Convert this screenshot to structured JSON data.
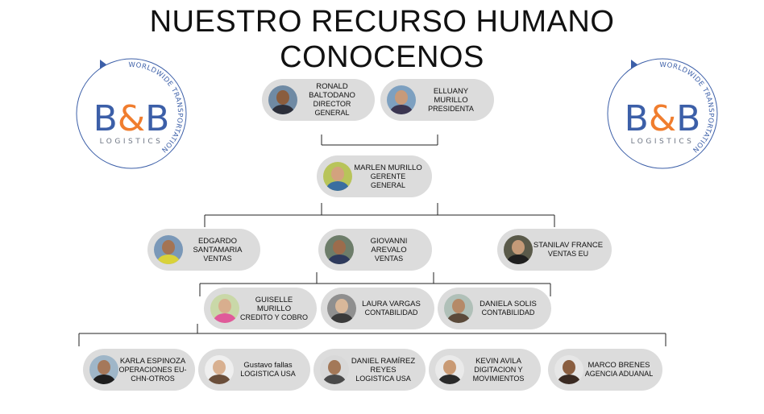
{
  "title": {
    "line1": "NUESTRO RECURSO HUMANO",
    "line2": "CONOCENOS"
  },
  "logo": {
    "brand": "B&B",
    "sub": "LOGISTICS",
    "ring_text": "WORLDWIDE TRANSPORTATION",
    "colors": {
      "blue": "#3c5fa8",
      "orange": "#f07d2e",
      "gray": "#6d7583"
    }
  },
  "people": {
    "ronald": {
      "name": "RONALD BALTODANO",
      "role": "DIRECTOR GENERAL"
    },
    "elluany": {
      "name": "ELLUANY MURILLO",
      "role": "PRESIDENTA"
    },
    "marlen": {
      "name": "MARLEN MURILLO",
      "role": "GERENTE GENERAL"
    },
    "edgardo": {
      "name": "EDGARDO SANTAMARIA",
      "role": "VENTAS"
    },
    "giovanni": {
      "name": "GIOVANNI AREVALO",
      "role": "VENTAS"
    },
    "stanilav": {
      "name": "STANILAV FRANCE",
      "role": "VENTAS EU"
    },
    "guiselle": {
      "name": "GUISELLE MURILLO",
      "role": "CREDITO Y COBRO"
    },
    "laura": {
      "name": "LAURA VARGAS",
      "role": "CONTABILIDAD"
    },
    "daniela": {
      "name": "DANIELA SOLIS",
      "role": "CONTABILIDAD"
    },
    "karla": {
      "name": "KARLA ESPINOZA",
      "role": "OPERACIONES EU-CHN-OTROS"
    },
    "gustavo": {
      "name": "Gustavo fallas",
      "role": "LOGISTICA USA"
    },
    "daniel": {
      "name": "DANIEL RAMÍREZ REYES",
      "role": "LOGISTICA USA"
    },
    "kevin": {
      "name": "KEVIN AVILA",
      "role": "DIGITACION Y MOVIMIENTOS"
    },
    "marco": {
      "name": "MARCO BRENES",
      "role": "AGENCIA ADUANAL"
    }
  }
}
